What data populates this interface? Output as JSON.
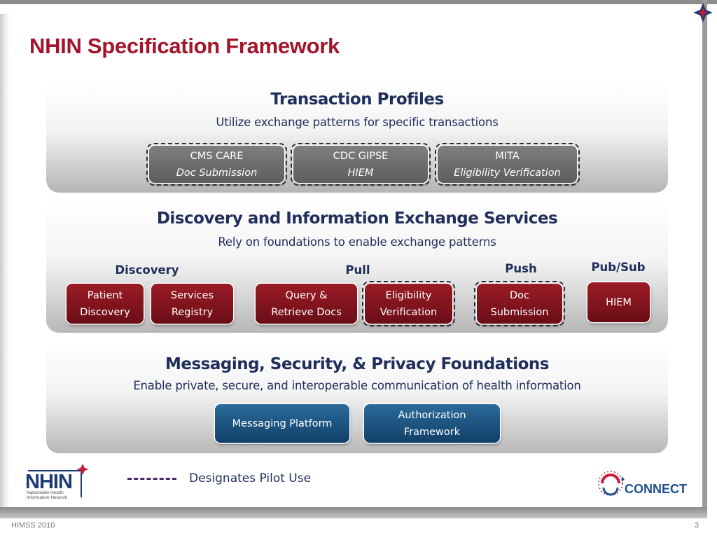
{
  "slide": {
    "title": "NHIN Specification Framework",
    "footer_left": "HIMSS 2010",
    "page_number": "3"
  },
  "tiers": {
    "transaction": {
      "heading": "Transaction Profiles",
      "subheading": "Utilize exchange patterns for specific transactions",
      "boxes": [
        {
          "line1": "CMS CARE",
          "line2": "Doc Submission",
          "pilot": true
        },
        {
          "line1": "CDC GIPSE",
          "line2": "HIEM",
          "pilot": true
        },
        {
          "line1": "MITA",
          "line2": "Eligibility Verification",
          "pilot": true
        }
      ]
    },
    "discovery": {
      "heading": "Discovery and Information Exchange Services",
      "subheading": "Rely on foundations to enable exchange patterns",
      "group_labels": {
        "discovery": "Discovery",
        "pull": "Pull",
        "push": "Push",
        "pubsub": "Pub/Sub"
      },
      "boxes": [
        {
          "line1": "Patient",
          "line2": "Discovery",
          "pilot": false
        },
        {
          "line1": "Services",
          "line2": "Registry",
          "pilot": false
        },
        {
          "line1": "Query &",
          "line2": "Retrieve Docs",
          "pilot": false
        },
        {
          "line1": "Eligibility",
          "line2": "Verification",
          "pilot": true
        },
        {
          "line1": "Doc",
          "line2": "Submission",
          "pilot": true
        },
        {
          "line1": "HIEM",
          "pilot": false
        }
      ]
    },
    "foundations": {
      "heading": "Messaging, Security, & Privacy Foundations",
      "subheading": "Enable private, secure, and interoperable communication of health information",
      "boxes": [
        {
          "line1": "Messaging Platform",
          "pilot": false
        },
        {
          "line1": "Authorization",
          "line2": "Framework",
          "pilot": false
        }
      ]
    }
  },
  "legend": {
    "text": "Designates Pilot Use"
  },
  "logos": {
    "nhin": {
      "word": "NHIN",
      "sub_line1": "Nationwide Health",
      "sub_line2": "Information Network"
    },
    "connect": {
      "word": "CONNECT"
    }
  },
  "colors": {
    "title": "#a4152b",
    "heading": "#1f2f5c",
    "gray_box": "#6e6e6e",
    "red_box": "#861520",
    "blue_box": "#1d5583"
  }
}
